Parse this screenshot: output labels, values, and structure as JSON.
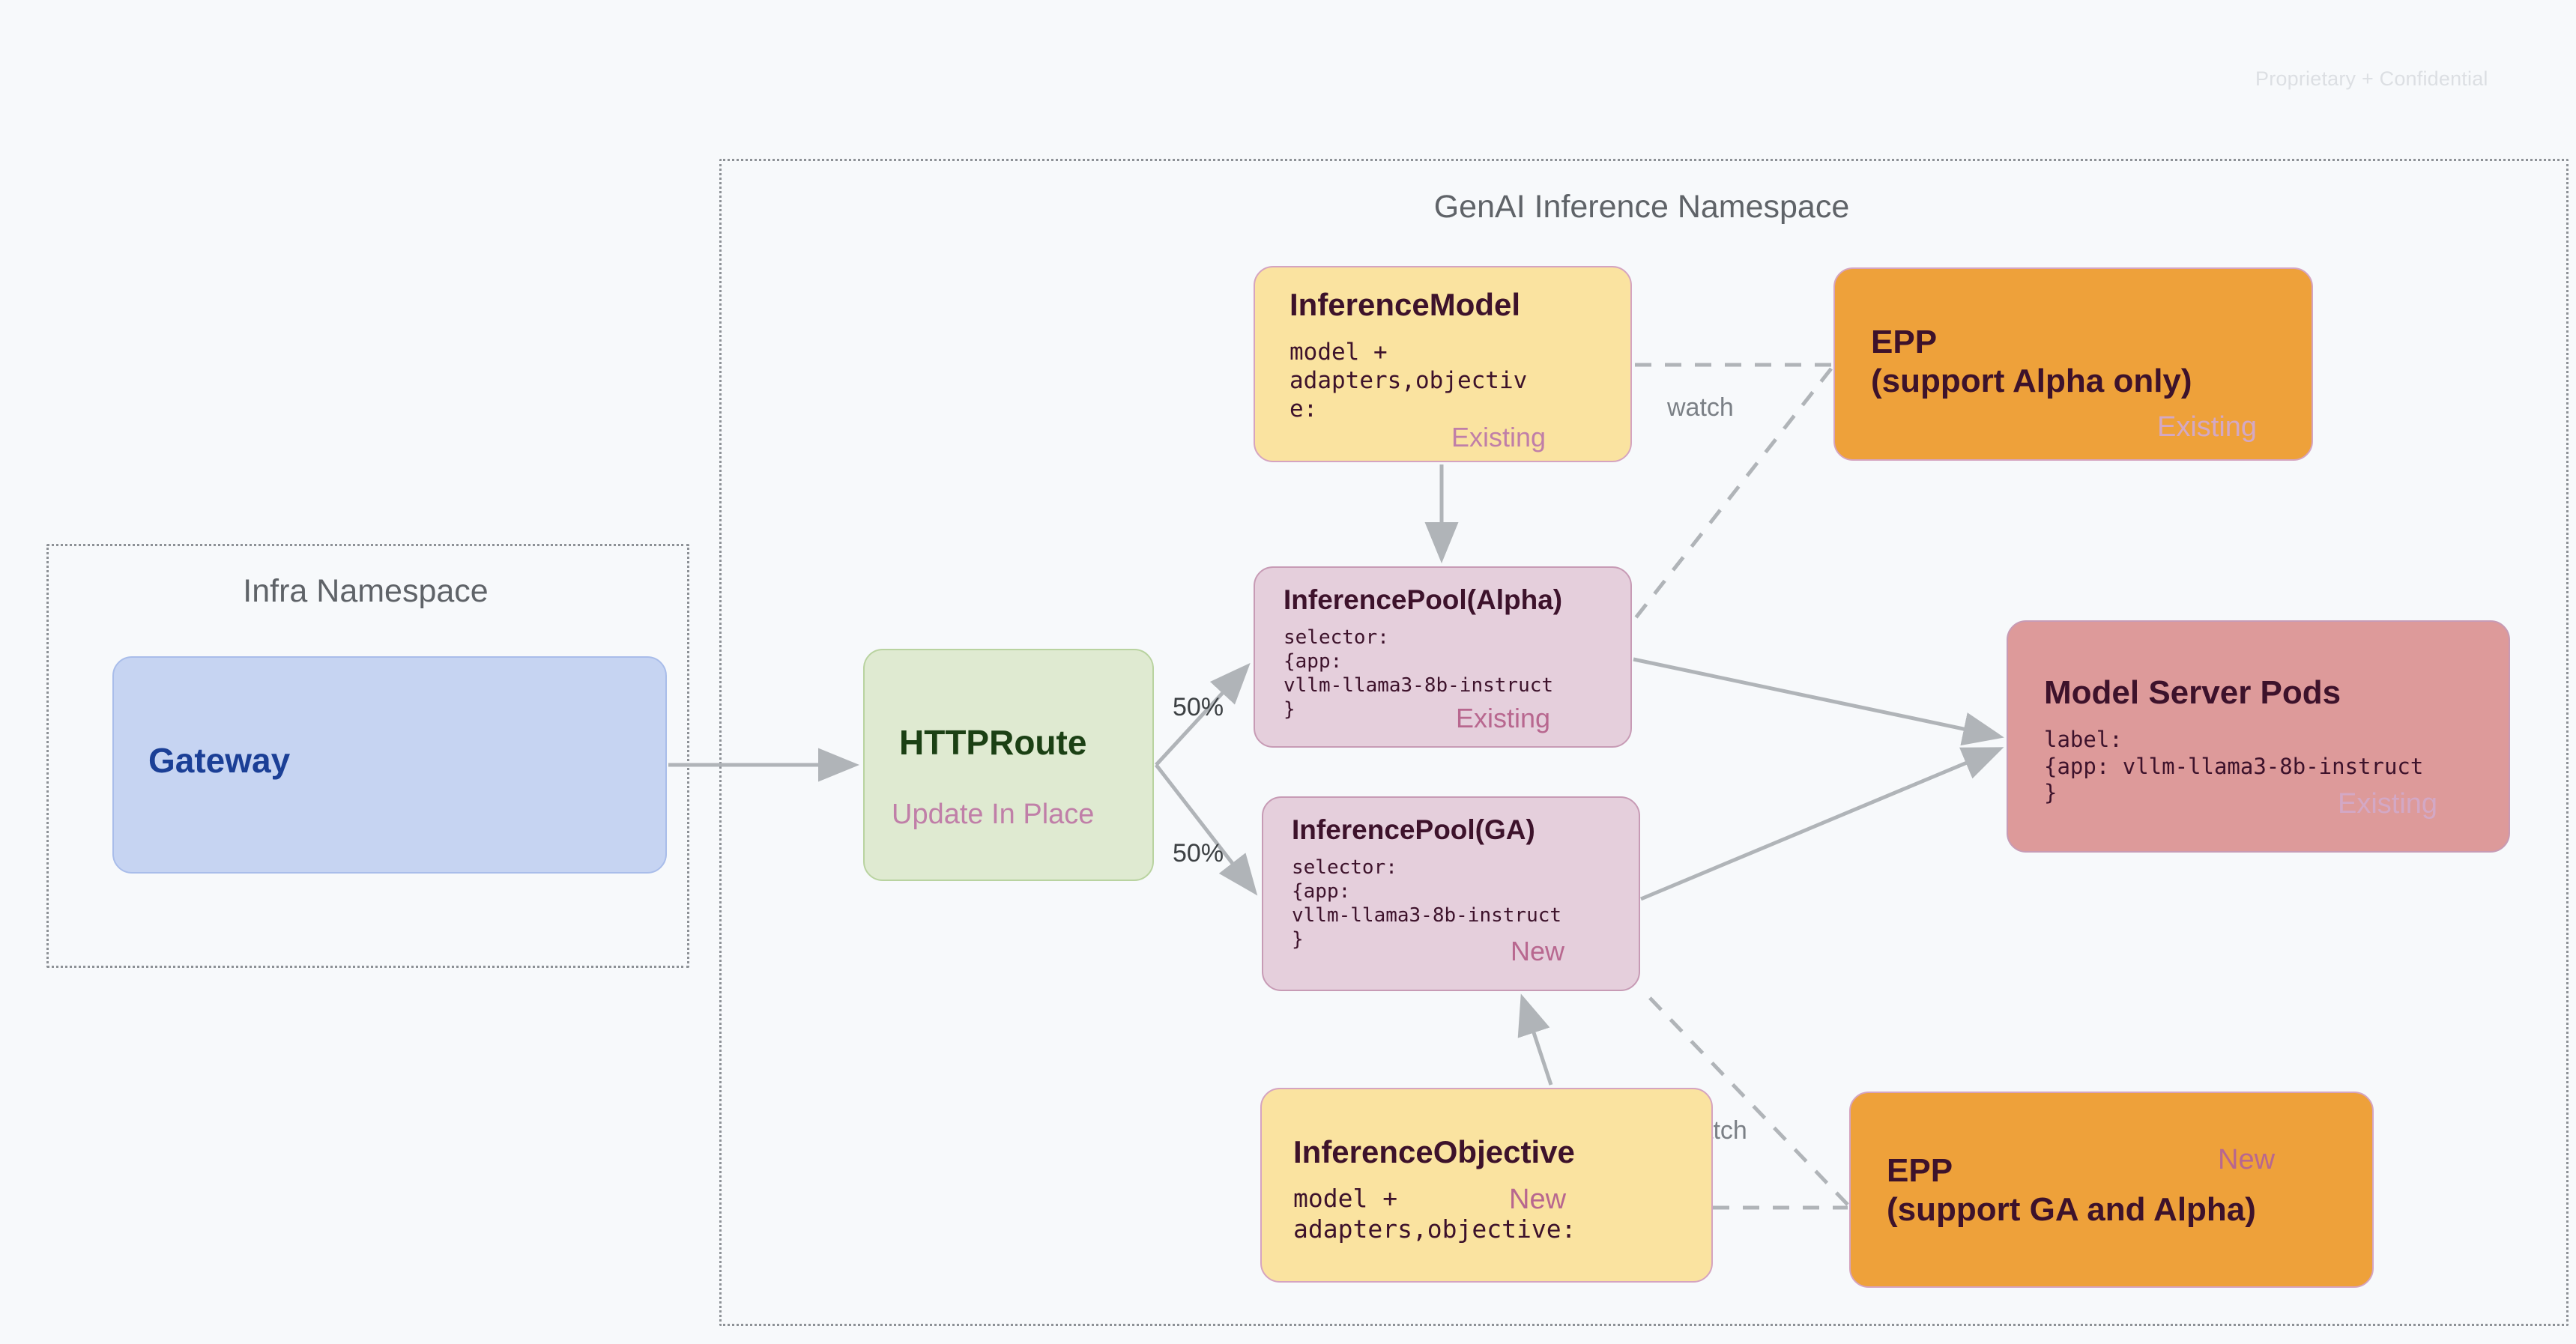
{
  "page": {
    "confidential_note": "Proprietary + Confidential",
    "background": "#f7f9fb"
  },
  "namespaces": [
    {
      "id": "infra",
      "title": "Infra Namespace"
    },
    {
      "id": "genai",
      "title": "GenAI Inference Namespace"
    }
  ],
  "nodes": {
    "gateway": {
      "title": "Gateway",
      "color": "#c6d4f2"
    },
    "httproute": {
      "title": "HTTPRoute",
      "badge": "Update In Place",
      "color": "#dfead1"
    },
    "inference_model": {
      "title": "InferenceModel",
      "body": "model +\nadapters,objectiv\ne:",
      "badge": "Existing",
      "color": "#fae3a0"
    },
    "inference_pool_alpha": {
      "title": "InferencePool(Alpha)",
      "body": "selector:\n{app:\nvllm-llama3-8b-instruct\n}",
      "badge": "Existing",
      "color": "#e5cfdc"
    },
    "inference_pool_ga": {
      "title": "InferencePool(GA)",
      "body": "selector:\n{app:\nvllm-llama3-8b-instruct\n}",
      "badge": "New",
      "color": "#e5cfdc"
    },
    "inference_objective": {
      "title": "InferenceObjective",
      "body": "model +\nadapters,objective:",
      "badge": "New",
      "color": "#fae3a0"
    },
    "epp_alpha": {
      "title": "EPP\n(support Alpha only)",
      "badge": "Existing",
      "color": "#eea13a"
    },
    "epp_ga": {
      "title": "EPP\n(support GA and Alpha)",
      "badge": "New",
      "color": "#eea13a"
    },
    "model_server_pods": {
      "title": "Model Server Pods",
      "body": "label:\n{app: vllm-llama3-8b-instruct\n}",
      "badge": "Existing",
      "color": "#dd9a9a"
    }
  },
  "edges": {
    "gateway_to_httproute": {
      "label": ""
    },
    "httproute_to_pool_alpha": {
      "label": "50%"
    },
    "httproute_to_pool_ga": {
      "label": "50%"
    },
    "inference_model_to_pool_alpha": {
      "label": ""
    },
    "inference_objective_to_pool_ga": {
      "label": ""
    },
    "pool_alpha_to_pods": {
      "label": ""
    },
    "pool_ga_to_pods": {
      "label": ""
    },
    "epp_alpha_watch_model": {
      "label": "watch",
      "style": "dashed"
    },
    "epp_alpha_watch_pool_alpha": {
      "label": "",
      "style": "dashed"
    },
    "epp_ga_watch_objective": {
      "label": "watch",
      "style": "dashed"
    },
    "epp_ga_watch_pool_ga": {
      "label": "",
      "style": "dashed"
    }
  },
  "colors": {
    "arrow": "#b0b4b8",
    "namespace_border": "#8d9196",
    "namespace_title": "#5f6368",
    "badge_pink": "#b8678f",
    "badge_light_pink": "#d3a8c5",
    "dark_text": "#3d122b"
  }
}
